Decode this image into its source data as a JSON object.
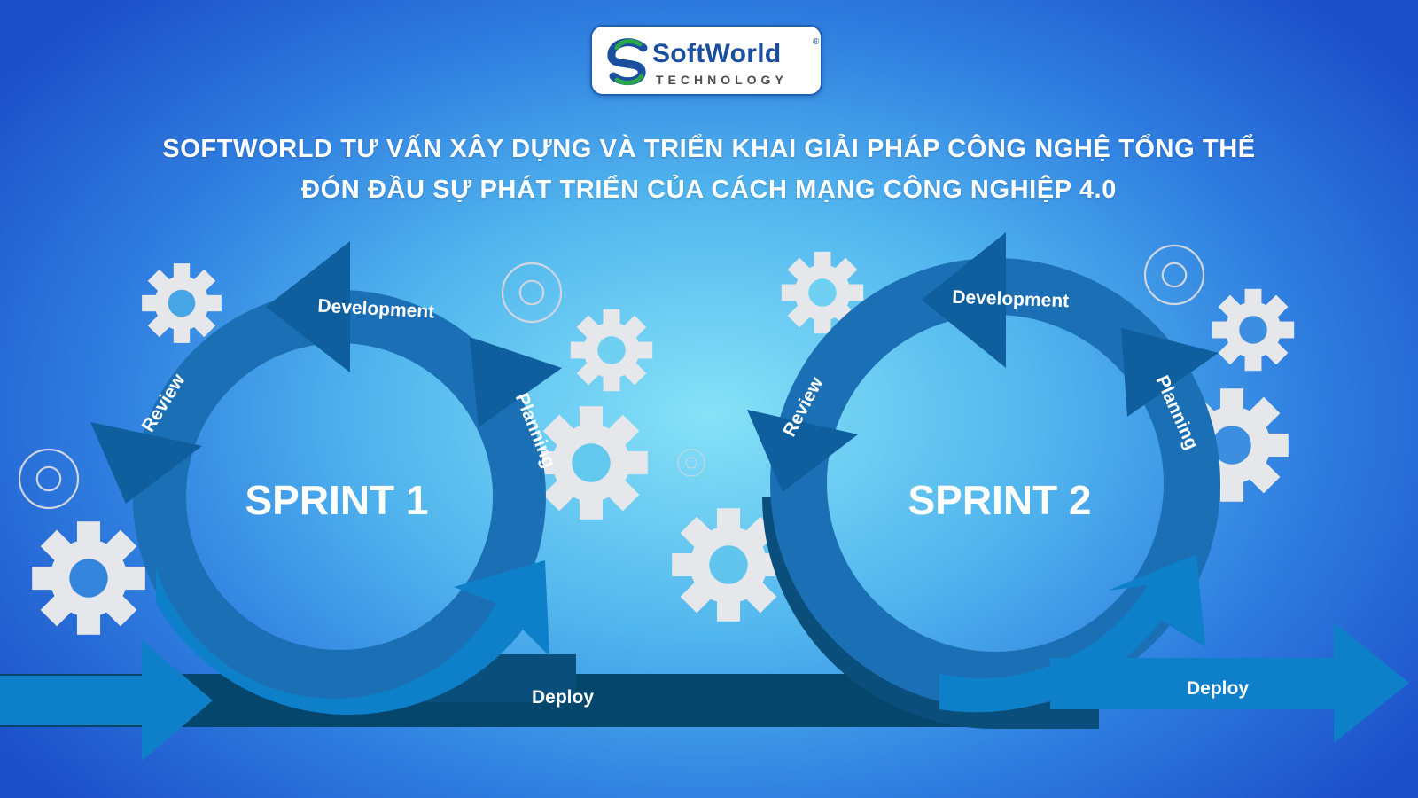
{
  "logo": {
    "brand": "SoftWorld",
    "sub": "TECHNOLOGY",
    "registered": "®"
  },
  "headline": {
    "line1": "SOFTWORLD TƯ VẤN XÂY DỰNG VÀ TRIỂN KHAI GIẢI PHÁP CÔNG NGHỆ TỔNG THỂ",
    "line2": "ĐÓN ĐẦU SỰ PHÁT TRIỂN CỦA CÁCH MẠNG CÔNG NGHIỆP 4.0"
  },
  "sprints": [
    {
      "title": "SPRINT 1",
      "development": "Development",
      "planning": "Planning",
      "review": "Review"
    },
    {
      "title": "SPRINT 2",
      "development": "Development",
      "planning": "Planning",
      "review": "Review"
    }
  ],
  "deploy": {
    "label_1": "Deploy",
    "label_2": "Deploy"
  },
  "colors": {
    "arrow_mid": "#1b6fb5",
    "arrow_light": "#0e7fc9",
    "arrow_dark": "#0a4e7c",
    "deploy_band": "#05466d",
    "gear": "#e6e7ea",
    "logo_blue": "#1a4fa0",
    "logo_green": "#29a84a"
  }
}
